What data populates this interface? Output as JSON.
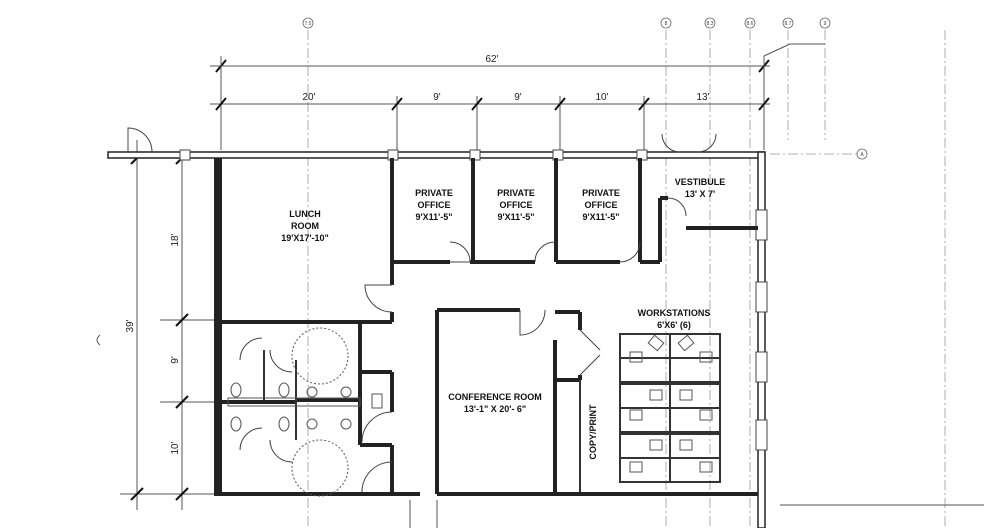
{
  "dimensions": {
    "overall_width": "62'",
    "segments": [
      "20'",
      "9'",
      "9'",
      "10'",
      "13'"
    ],
    "overall_depth": "39'",
    "depth_segments": [
      "18'",
      "9'",
      "10'"
    ]
  },
  "rooms": {
    "lunch": {
      "name": "LUNCH",
      "name2": "ROOM",
      "size": "19'X17'-10\""
    },
    "office1": {
      "name": "PRIVATE",
      "name2": "OFFICE",
      "size": "9'X11'-5\""
    },
    "office2": {
      "name": "PRIVATE",
      "name2": "OFFICE",
      "size": "9'X11'-5\""
    },
    "office3": {
      "name": "PRIVATE",
      "name2": "OFFICE",
      "size": "9'X11'-5\""
    },
    "vestibule": {
      "name": "VESTIBULE",
      "size": "13' X 7'"
    },
    "workstations": {
      "name": "WORKSTATIONS",
      "size": "6'X6' (6)"
    },
    "conference": {
      "name": "CONFERENCE ROOM",
      "size": "13'-1\" X 20'- 6\""
    },
    "copy": {
      "name": "COPY/PRINT"
    }
  },
  "grid_bubbles": [
    "7.5",
    "8",
    "8.3",
    "8.6",
    "8.7",
    "9"
  ],
  "grid_bubble_side": "A"
}
